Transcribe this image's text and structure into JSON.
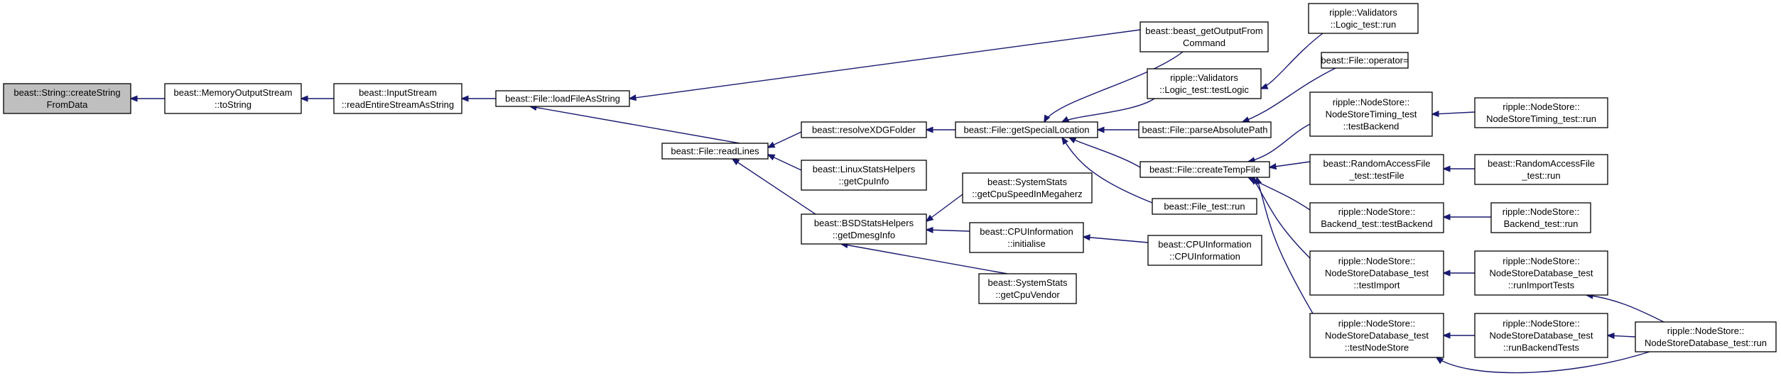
{
  "nodes": [
    {
      "id": "createString",
      "lines": [
        "beast::String::createString",
        "FromData"
      ]
    },
    {
      "id": "mosToString",
      "lines": [
        "beast::MemoryOutputStream",
        "::toString"
      ]
    },
    {
      "id": "readEntireStream",
      "lines": [
        "beast::InputStream",
        "::readEntireStreamAsString"
      ]
    },
    {
      "id": "loadFileAsString",
      "lines": [
        "beast::File::loadFileAsString"
      ]
    },
    {
      "id": "readLines",
      "lines": [
        "beast::File::readLines"
      ]
    },
    {
      "id": "resolveXDG",
      "lines": [
        "beast::resolveXDGFolder"
      ]
    },
    {
      "id": "linuxCpuInfo",
      "lines": [
        "beast::LinuxStatsHelpers",
        "::getCpuInfo"
      ]
    },
    {
      "id": "bsdDmesg",
      "lines": [
        "beast::BSDStatsHelpers",
        "::getDmesgInfo"
      ]
    },
    {
      "id": "getSpecialLocation",
      "lines": [
        "beast::File::getSpecialLocation"
      ]
    },
    {
      "id": "getCpuSpeed",
      "lines": [
        "beast::SystemStats",
        "::getCpuSpeedInMegaherz"
      ]
    },
    {
      "id": "cpuInitialise",
      "lines": [
        "beast::CPUInformation",
        "::initialise"
      ]
    },
    {
      "id": "getCpuVendor",
      "lines": [
        "beast::SystemStats",
        "::getCpuVendor"
      ]
    },
    {
      "id": "beastGetOutput",
      "lines": [
        "beast::beast_getOutputFrom",
        "Command"
      ]
    },
    {
      "id": "validatorsTestLogic",
      "lines": [
        "ripple::Validators",
        "::Logic_test::testLogic"
      ]
    },
    {
      "id": "parseAbsolutePath",
      "lines": [
        "beast::File::parseAbsolutePath"
      ]
    },
    {
      "id": "createTempFile",
      "lines": [
        "beast::File::createTempFile"
      ]
    },
    {
      "id": "fileTestRun",
      "lines": [
        "beast::File_test::run"
      ]
    },
    {
      "id": "cpuInfoCtor",
      "lines": [
        "beast::CPUInformation",
        "::CPUInformation"
      ]
    },
    {
      "id": "validatorsRun",
      "lines": [
        "ripple::Validators",
        "::Logic_test::run"
      ]
    },
    {
      "id": "fileOperatorEq",
      "lines": [
        "beast::File::operator="
      ]
    },
    {
      "id": "nsTimingTestBackend",
      "lines": [
        "ripple::NodeStore::",
        "NodeStoreTiming_test",
        "::testBackend"
      ]
    },
    {
      "id": "rafTestFile",
      "lines": [
        "beast::RandomAccessFile",
        "_test::testFile"
      ]
    },
    {
      "id": "nsBackendTestBackend",
      "lines": [
        "ripple::NodeStore::",
        "Backend_test::testBackend"
      ]
    },
    {
      "id": "nsDbTestImport",
      "lines": [
        "ripple::NodeStore::",
        "NodeStoreDatabase_test",
        "::testImport"
      ]
    },
    {
      "id": "nsDbTestNodeStore",
      "lines": [
        "ripple::NodeStore::",
        "NodeStoreDatabase_test",
        "::testNodeStore"
      ]
    },
    {
      "id": "nsTimingRun",
      "lines": [
        "ripple::NodeStore::",
        "NodeStoreTiming_test::run"
      ]
    },
    {
      "id": "rafRun",
      "lines": [
        "beast::RandomAccessFile",
        "_test::run"
      ]
    },
    {
      "id": "nsBackendRun",
      "lines": [
        "ripple::NodeStore::",
        "Backend_test::run"
      ]
    },
    {
      "id": "nsDbRunImport",
      "lines": [
        "ripple::NodeStore::",
        "NodeStoreDatabase_test",
        "::runImportTests"
      ]
    },
    {
      "id": "nsDbRunBackend",
      "lines": [
        "ripple::NodeStore::",
        "NodeStoreDatabase_test",
        "::runBackendTests"
      ]
    },
    {
      "id": "nsDbRun",
      "lines": [
        "ripple::NodeStore::",
        "NodeStoreDatabase_test::run"
      ]
    }
  ],
  "edges": [
    [
      "mosToString",
      "createString"
    ],
    [
      "readEntireStream",
      "mosToString"
    ],
    [
      "loadFileAsString",
      "readEntireStream"
    ],
    [
      "readLines",
      "loadFileAsString"
    ],
    [
      "beastGetOutput",
      "loadFileAsString"
    ],
    [
      "resolveXDG",
      "readLines"
    ],
    [
      "linuxCpuInfo",
      "readLines"
    ],
    [
      "bsdDmesg",
      "readLines"
    ],
    [
      "getSpecialLocation",
      "resolveXDG"
    ],
    [
      "getCpuSpeed",
      "bsdDmesg"
    ],
    [
      "cpuInitialise",
      "bsdDmesg"
    ],
    [
      "getCpuVendor",
      "bsdDmesg"
    ],
    [
      "beastGetOutput",
      "getSpecialLocation"
    ],
    [
      "validatorsTestLogic",
      "getSpecialLocation"
    ],
    [
      "parseAbsolutePath",
      "getSpecialLocation"
    ],
    [
      "createTempFile",
      "getSpecialLocation"
    ],
    [
      "fileTestRun",
      "getSpecialLocation"
    ],
    [
      "cpuInfoCtor",
      "cpuInitialise"
    ],
    [
      "validatorsRun",
      "validatorsTestLogic"
    ],
    [
      "fileOperatorEq",
      "parseAbsolutePath"
    ],
    [
      "nsTimingTestBackend",
      "createTempFile"
    ],
    [
      "rafTestFile",
      "createTempFile"
    ],
    [
      "nsBackendTestBackend",
      "createTempFile"
    ],
    [
      "nsDbTestImport",
      "createTempFile"
    ],
    [
      "nsDbTestNodeStore",
      "createTempFile"
    ],
    [
      "nsTimingRun",
      "nsTimingTestBackend"
    ],
    [
      "rafRun",
      "rafTestFile"
    ],
    [
      "nsBackendRun",
      "nsBackendTestBackend"
    ],
    [
      "nsDbRunImport",
      "nsDbTestImport"
    ],
    [
      "nsDbRunBackend",
      "nsDbTestNodeStore"
    ],
    [
      "nsDbRun",
      "nsDbRunImport"
    ],
    [
      "nsDbRun",
      "nsDbRunBackend"
    ],
    [
      "nsDbRun",
      "nsDbTestNodeStore"
    ]
  ],
  "root": "createString",
  "colors": {
    "edge": "#191970",
    "root_fill": "#bfbfbf",
    "node_fill": "#ffffff",
    "border": "#000000"
  }
}
